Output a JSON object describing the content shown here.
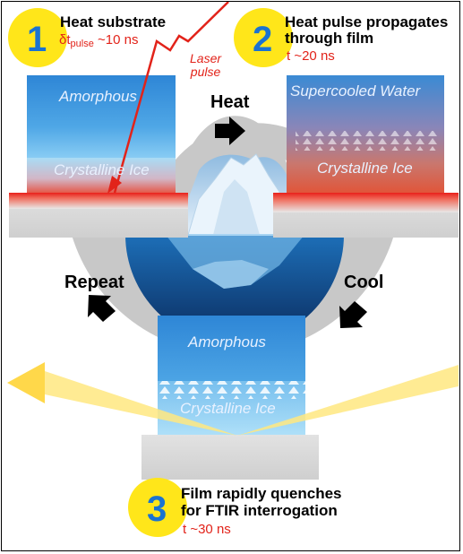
{
  "steps": [
    {
      "number": "1",
      "title": "Heat substrate",
      "time_prefix": "δt",
      "time_sub": "pulse",
      "time_value": "~10 ns"
    },
    {
      "number": "2",
      "title_line1": "Heat pulse propagates",
      "title_line2": "through film",
      "time": "t ~20 ns"
    },
    {
      "number": "3",
      "title_line1": "Film rapidly quenches",
      "title_line2": "for FTIR interrogation",
      "time": "t ~30 ns"
    }
  ],
  "laser": {
    "line1": "Laser",
    "line2": "pulse"
  },
  "films": {
    "left_top": "Amorphous",
    "left_bottom": "Crystalline Ice",
    "right_top": "Supercooled Water",
    "right_bottom": "Crystalline Ice",
    "bottom_top": "Amorphous",
    "bottom_bottom": "Crystalline Ice"
  },
  "actions": {
    "heat": "Heat",
    "cool": "Cool",
    "repeat": "Repeat"
  },
  "colors": {
    "badge": "#ffe61a",
    "number": "#1a73d1",
    "time": "#e2231a",
    "laser": "#e2231a",
    "ring": "#c8c8c8",
    "beam": "#ffd84a"
  }
}
